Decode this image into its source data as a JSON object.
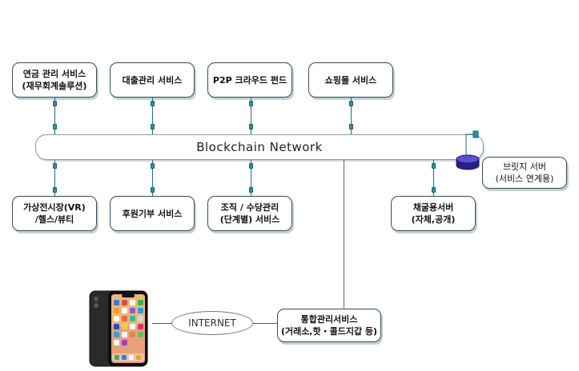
{
  "network": {
    "label": "Blockchain Network"
  },
  "top_services": [
    {
      "line1": "연금 관리 서비스",
      "line2": "(재무회계솔루션)"
    },
    {
      "line1": "대출관리 서비스",
      "line2": ""
    },
    {
      "line1": "P2P 크라우드 펀드",
      "line2": ""
    },
    {
      "line1": "쇼핑몰 서비스",
      "line2": ""
    }
  ],
  "bottom_services": [
    {
      "line1": "가상전시장(VR)",
      "line2": "/헬스/뷰티"
    },
    {
      "line1": "후원기부 서비스",
      "line2": ""
    },
    {
      "line1": "조직 / 수당관리",
      "line2": "(단계별) 서비스"
    },
    {
      "line1": "채굴용서버",
      "line2": "(자체,공개)"
    }
  ],
  "bridge_server": {
    "line1": "브릿지 서버",
    "line2": "(서비스 연계용)"
  },
  "integrated_service": {
    "line1": "통합관리서비스",
    "line2": "(거래소,핫・콜드지갑 등)"
  },
  "internet": {
    "label": "INTERNET"
  },
  "colors": {
    "border": "#2d4d5a",
    "connector": "#2f8fa0",
    "disk": "#3a2f9e"
  }
}
